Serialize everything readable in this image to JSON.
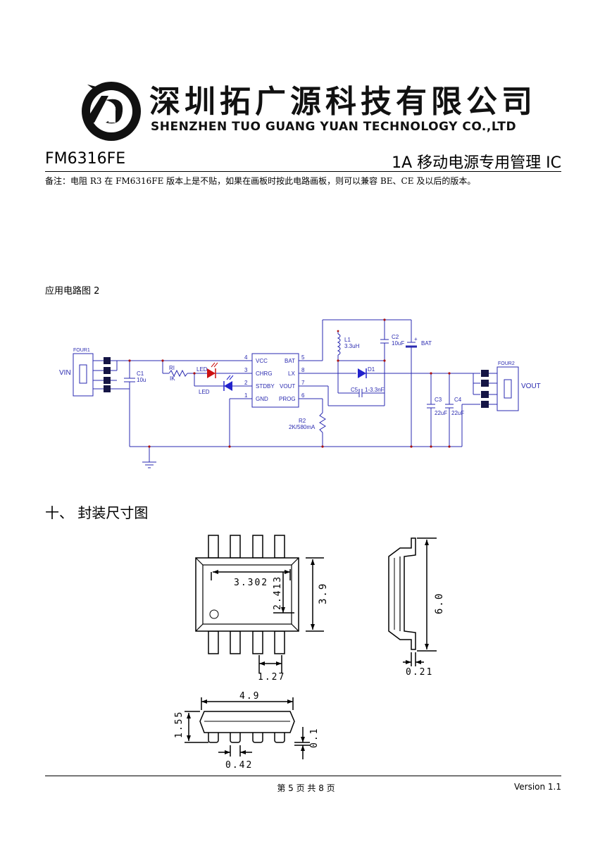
{
  "header": {
    "company_cn": "深圳拓广源科技有限公司",
    "company_en": "SHENZHEN TUO GUANG YUAN TECHNOLOGY CO.,LTD",
    "model": "FM6316FE",
    "title": "1A 移动电源专用管理 IC"
  },
  "note": "备注：电阻 R3 在 FM6316FE 版本上是不贴，如果在画板时按此电路画板，则可以兼容 BE、CE 及以后的版本。",
  "circuit": {
    "caption": "应用电路图 2",
    "vin_label": "VIN",
    "vout_label": "VOUT",
    "bat_label": "BAT",
    "four1": "FOUR1",
    "four2": "FOUR2",
    "c1_name": "C1",
    "c1_value": "10u",
    "r1_name": "RI",
    "r1_value": "IK",
    "led1": "LED",
    "led2": "LED",
    "l1_name": "L1",
    "l1_value": "3.3uH",
    "c2_name": "C2",
    "c2_value": "10uF",
    "c5_name": "C5",
    "c5_value": "1-3.3nF",
    "d1_name": "D1",
    "c3_name": "C3",
    "c3_value": "22uF",
    "c4_name": "C4",
    "c4_value": "22uF",
    "r2_name": "R2",
    "r2_value": "2K/580mA",
    "ic": {
      "left_pins": [
        {
          "num": "4",
          "name": "VCC"
        },
        {
          "num": "3",
          "name": "CHRG"
        },
        {
          "num": "2",
          "name": "STDBY"
        },
        {
          "num": "1",
          "name": "GND"
        }
      ],
      "right_pins": [
        {
          "num": "5",
          "name": "BAT"
        },
        {
          "num": "8",
          "name": "LX"
        },
        {
          "num": "7",
          "name": "VOUT"
        },
        {
          "num": "6",
          "name": "PROG"
        }
      ]
    }
  },
  "package": {
    "section_heading": "十、 封装尺寸图",
    "dims": {
      "body_inner_length": "3.302",
      "inner_height": "2.413",
      "body_width": "3.9",
      "pitch": "1.27",
      "total_width": "6.0",
      "lead_thickness": "0.21",
      "body_length": "4.9",
      "height": "1.55",
      "standoff": "0.1",
      "lead_width": "0.42"
    }
  },
  "footer": {
    "page": "第 5 页 共 8 页",
    "version": "Version 1.1"
  }
}
